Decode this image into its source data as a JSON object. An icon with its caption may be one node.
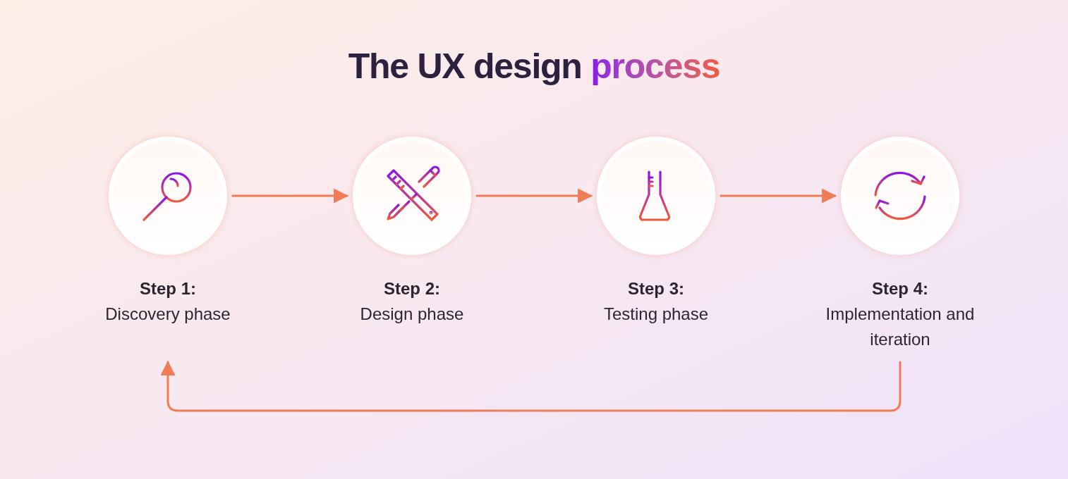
{
  "diagram": {
    "title": "The UX design process",
    "nodes": [
      {
        "text": [],
        "shape": "circle"
      },
      {
        "text": [],
        "shape": "circle"
      },
      {
        "text": [],
        "shape": "circle"
      },
      {
        "text": [],
        "shape": "circle"
      },
      {
        "text": [
          "Step 1:",
          "Discovery phase"
        ]
      },
      {
        "text": [
          "Step 2:",
          "Design phase"
        ]
      },
      {
        "text": [
          "Step 3:",
          "Testing phase"
        ]
      },
      {
        "text": [
          "Step 4:",
          "Implementation and iteration"
        ]
      }
    ],
    "edges": [
      {
        "from": 0,
        "to": 1,
        "arrow": "to"
      },
      {
        "from": 1,
        "to": 2,
        "arrow": "to"
      },
      {
        "from": 2,
        "to": 3,
        "arrow": "to"
      },
      {
        "from": 7,
        "to": 4,
        "arrow": "to"
      }
    ]
  }
}
